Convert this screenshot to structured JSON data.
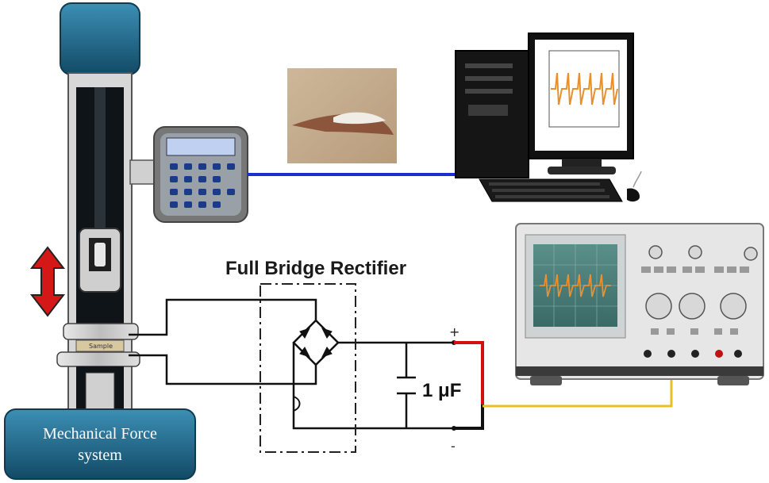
{
  "labels": {
    "rectifier_title": "Full Bridge Rectifier",
    "capacitor_value": "1 μF",
    "plus_sign": "+",
    "minus_sign": "-",
    "base_label_line1": "Mechanical Force",
    "base_label_line2": "system",
    "sample_label": "Sample"
  },
  "colors": {
    "machine_blue": "#1f6688",
    "machine_dark": "#101418",
    "link_blue": "#1a2fd0",
    "positive_lead": "#d21010",
    "negative_lead": "#111111",
    "probe_yellow": "#e8c020",
    "waveform": "#e89030",
    "arrow_red": "#d41818"
  }
}
